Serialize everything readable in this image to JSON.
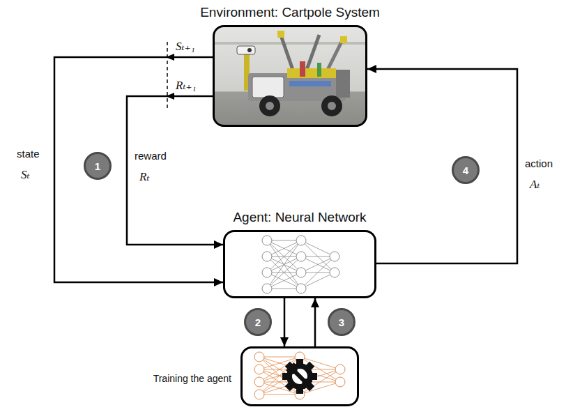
{
  "diagram": {
    "nodes": [
      {
        "text": [
          "Environment: Cartpole System"
        ]
      },
      {
        "text": [
          "Agent: Neural Network"
        ]
      },
      {
        "text": [
          "Training the agent"
        ]
      }
    ],
    "edges": [
      {
        "from": 0,
        "to": 1,
        "arrow": "to"
      },
      {
        "from": 0,
        "to": 1,
        "arrow": "to"
      },
      {
        "from": 1,
        "to": 2,
        "arrow": "to"
      },
      {
        "from": 2,
        "to": 1,
        "arrow": "to"
      },
      {
        "from": 1,
        "to": 0,
        "arrow": "to"
      }
    ],
    "labels": [
      "1",
      "Sₜ₊₁",
      "Rₜ₊₁",
      "state",
      "Sₜ",
      "reward",
      "Rₜ",
      "2",
      "3",
      "4",
      "action",
      "Aₜ"
    ]
  }
}
